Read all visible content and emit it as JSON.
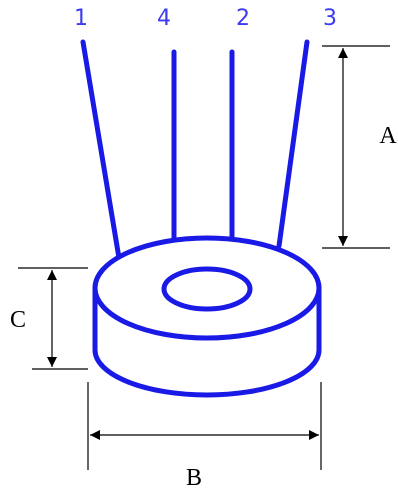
{
  "colors": {
    "component": "#1a1ae6",
    "pin_label": "#3a3af0",
    "dimension": "#000000",
    "background": "#ffffff"
  },
  "pins": [
    {
      "label": "1"
    },
    {
      "label": "4"
    },
    {
      "label": "2"
    },
    {
      "label": "3"
    }
  ],
  "dimensions": {
    "lead_length": "A",
    "outer_diameter": "B",
    "height": "C"
  }
}
